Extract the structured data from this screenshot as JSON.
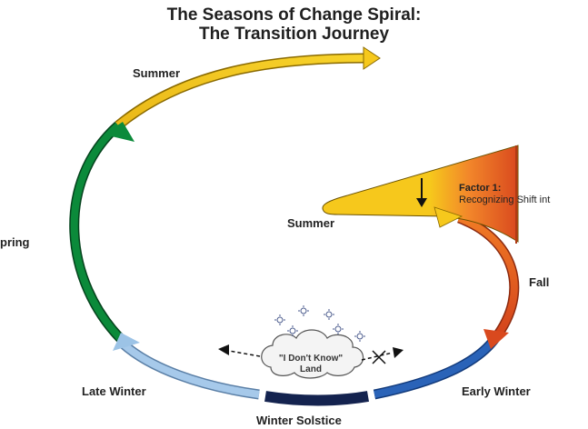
{
  "title": {
    "line1": "The Seasons of Change Spiral:",
    "line2": "The Transition Journey"
  },
  "labels": {
    "summer_top": "Summer",
    "spring": "pring",
    "summer_inner": "Summer",
    "fall": "Fall",
    "late_winter": "Late Winter",
    "early_winter": "Early Winter",
    "winter_solstice": "Winter Solstice"
  },
  "factor": {
    "title": "Factor 1:",
    "subtitle": "Recognizing Shift int"
  },
  "cloud": {
    "line1": "\"I Don't Know\"",
    "line2": "Land"
  },
  "colors": {
    "summer": "#f6c81c",
    "spring": "#0b8a3a",
    "late_winter": "#9cc3e6",
    "winter_solstice": "#14234f",
    "early_winter": "#2a63b8",
    "fall": "#d9491e",
    "fall_light": "#f39a28"
  },
  "icons": [
    "sparkle-icon",
    "arrow-down-icon",
    "dashed-arrow-left-icon",
    "blocked-arrow-right-icon"
  ]
}
